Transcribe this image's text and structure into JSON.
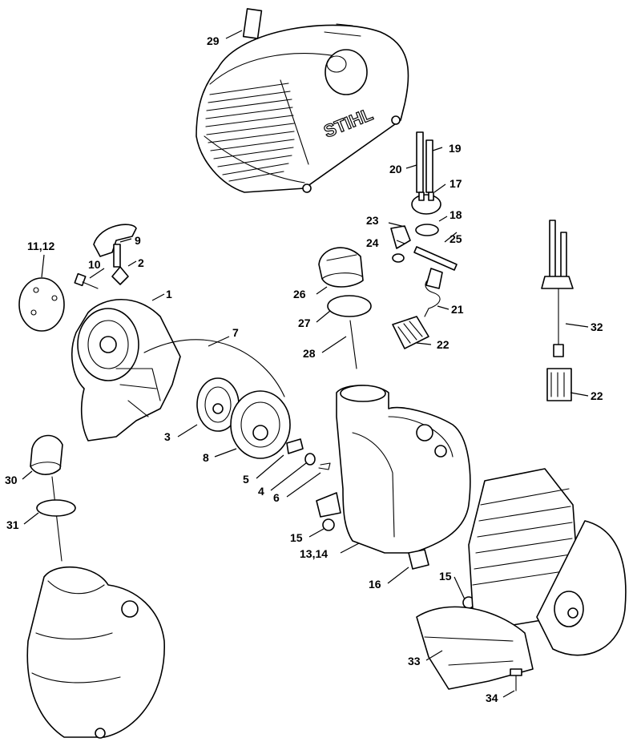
{
  "brand_text": "STIHL",
  "callouts": {
    "p29": "29",
    "p19": "19",
    "p20": "20",
    "p17": "17",
    "p18": "18",
    "p23": "23",
    "p25": "25",
    "p24": "24",
    "p11_12": "11,12",
    "p9": "9",
    "p10": "10",
    "p2": "2",
    "p1": "1",
    "p7": "7",
    "p26": "26",
    "p27": "27",
    "p21": "21",
    "p22a": "22",
    "p28": "28",
    "p32": "32",
    "p22b": "22",
    "p3": "3",
    "p8": "8",
    "p5": "5",
    "p4": "4",
    "p6": "6",
    "p30": "30",
    "p31": "31",
    "p15a": "15",
    "p13_14": "13,14",
    "p16": "16",
    "p15b": "15",
    "p33": "33",
    "p34": "34"
  }
}
